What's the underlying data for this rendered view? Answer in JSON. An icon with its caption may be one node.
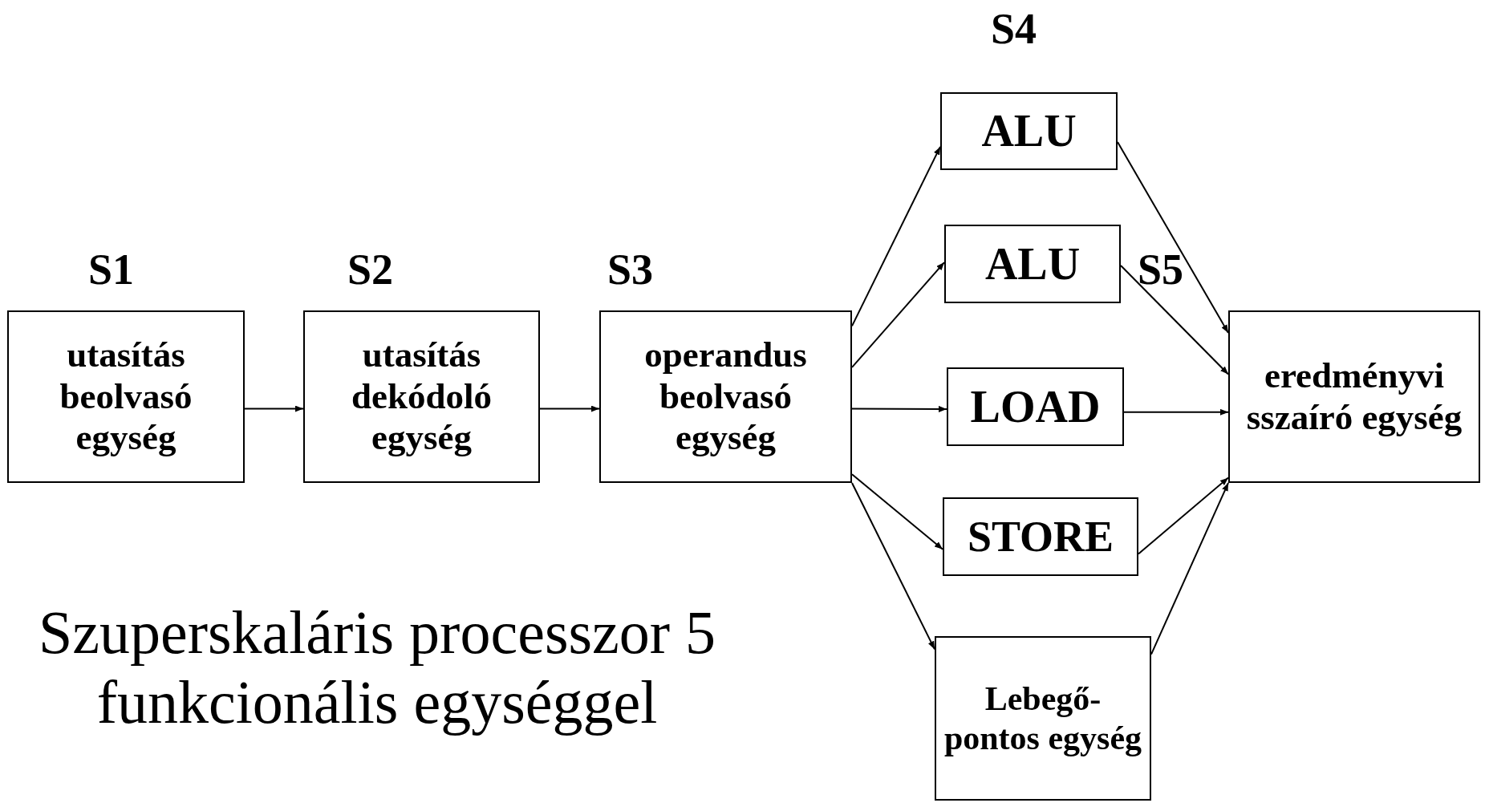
{
  "diagram": {
    "caption": "Szuperskaláris processzor 5 funkcionális egységgel",
    "nodes": [
      {
        "text": [
          "utasítás beolvasó egység"
        ]
      },
      {
        "text": [
          "utasítás dekódoló egység"
        ]
      },
      {
        "text": [
          "operandus beolvasó egység"
        ]
      },
      {
        "text": [
          "ALU"
        ]
      },
      {
        "text": [
          "ALU"
        ]
      },
      {
        "text": [
          "LOAD"
        ]
      },
      {
        "text": [
          "STORE"
        ]
      },
      {
        "text": [
          "Lebegő-pontos egység"
        ]
      },
      {
        "text": [
          "eredményvi sszaíró egység"
        ]
      }
    ],
    "edges": [
      {
        "from": 0,
        "to": 1,
        "arrow": "to"
      },
      {
        "from": 1,
        "to": 2,
        "arrow": "to"
      },
      {
        "from": 2,
        "to": 3,
        "arrow": "to"
      },
      {
        "from": 2,
        "to": 4,
        "arrow": "to"
      },
      {
        "from": 2,
        "to": 5,
        "arrow": "to"
      },
      {
        "from": 2,
        "to": 6,
        "arrow": "to"
      },
      {
        "from": 2,
        "to": 7,
        "arrow": "to"
      },
      {
        "from": 3,
        "to": 8,
        "arrow": "to"
      },
      {
        "from": 4,
        "to": 8,
        "arrow": "to"
      },
      {
        "from": 5,
        "to": 8,
        "arrow": "to"
      },
      {
        "from": 6,
        "to": 8,
        "arrow": "to"
      },
      {
        "from": 7,
        "to": 8,
        "arrow": "to"
      }
    ],
    "labels": [
      "S4",
      "S1",
      "S2",
      "S3",
      "S5"
    ]
  }
}
